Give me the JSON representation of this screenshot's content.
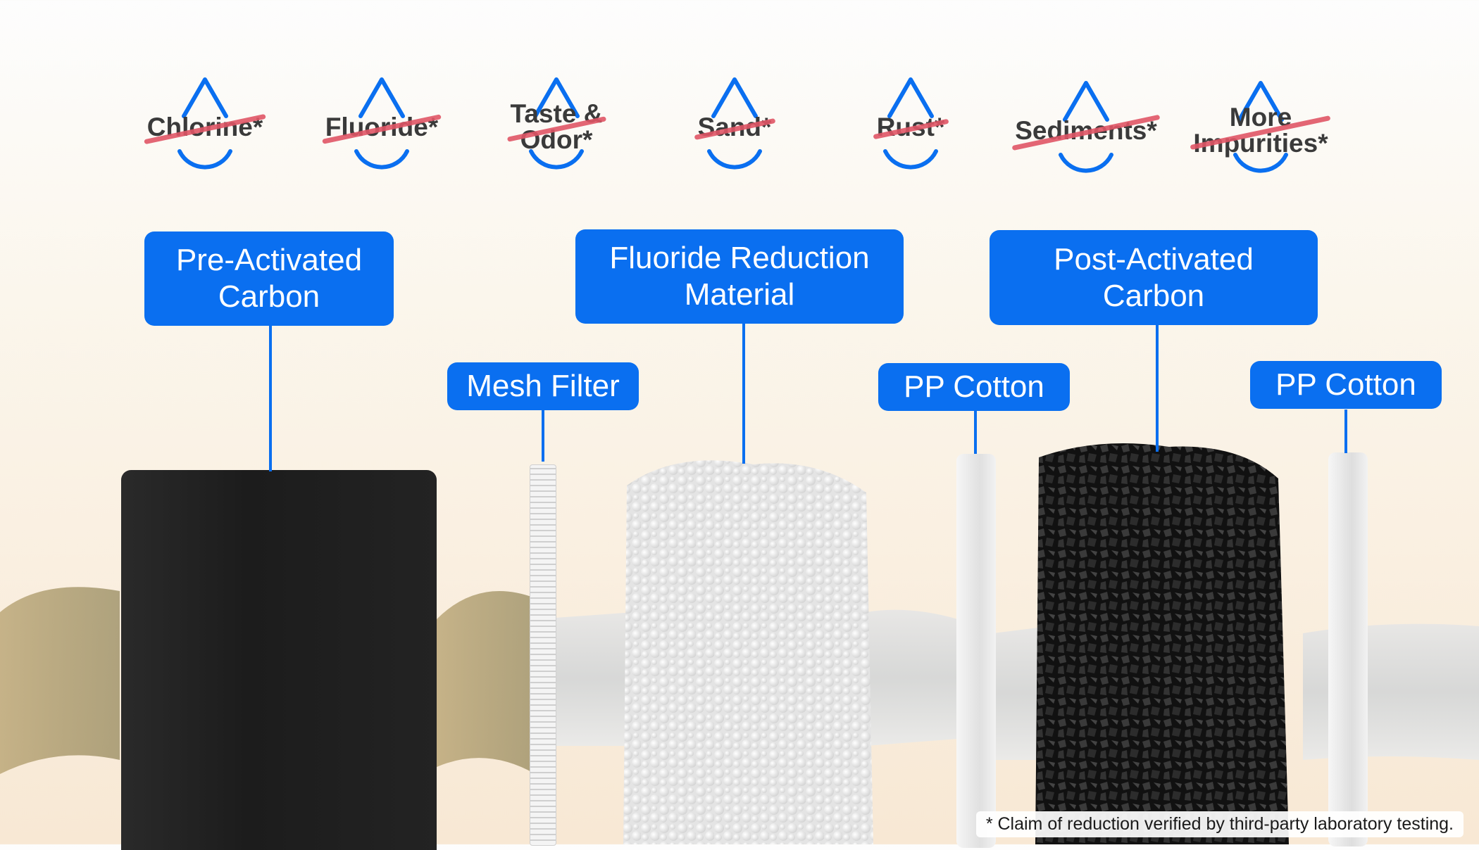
{
  "contaminants": [
    {
      "label": "Chlorine*"
    },
    {
      "label": "Fluoride*"
    },
    {
      "label": "Taste &\nOdor*"
    },
    {
      "label": "Sand*"
    },
    {
      "label": "Rust*"
    },
    {
      "label": "Sediments*"
    },
    {
      "label": "More\nImpurities*"
    }
  ],
  "layers": {
    "pre_activated_carbon": "Pre-Activated\nCarbon",
    "mesh_filter": "Mesh Filter",
    "fluoride_reduction": "Fluoride Reduction\nMaterial",
    "pp_cotton_1": "PP Cotton",
    "post_activated_carbon": "Post-Activated\nCarbon",
    "pp_cotton_2": "PP Cotton"
  },
  "footnote": "* Claim of reduction verified by third-party laboratory testing.",
  "colors": {
    "accent": "#0a6ff0",
    "strike": "#e05566",
    "carbon": "#1c1c1c"
  }
}
